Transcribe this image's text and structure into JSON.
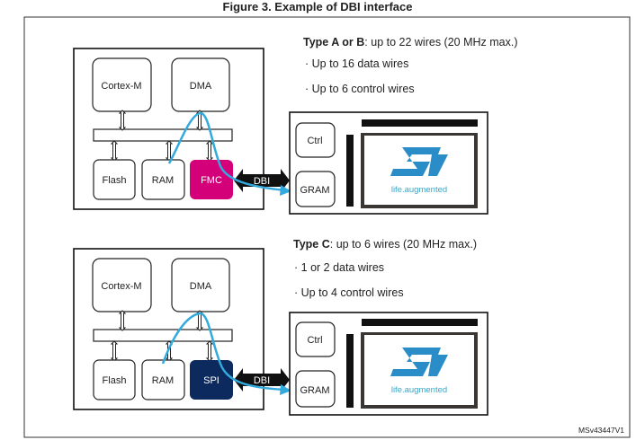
{
  "title": "Figure 3. Example of DBI interface",
  "figure_id": "MSv43447V1",
  "colors": {
    "fmc": "#d4007a",
    "spi": "#0c2a5e",
    "data_path": "#33aadd",
    "st_logo": "#2b8dc7"
  },
  "panels": [
    {
      "heading_bold": "Type A or B",
      "heading_rest": ": up to 22 wires (20 MHz max.)",
      "bullets": [
        "Up to 16 data wires",
        "Up to 6 control wires"
      ],
      "mcu": {
        "cpu": "Cortex-M",
        "dma": "DMA",
        "flash": "Flash",
        "ram": "RAM",
        "interface": "FMC"
      },
      "link": "DBI",
      "display": {
        "ctrl": "Ctrl",
        "gram": "GRAM",
        "logo_tagline": "life.augmented"
      }
    },
    {
      "heading_bold": "Type C",
      "heading_rest": ": up to 6 wires (20 MHz max.)",
      "bullets": [
        "1 or 2 data wires",
        "Up to 4 control wires"
      ],
      "mcu": {
        "cpu": "Cortex-M",
        "dma": "DMA",
        "flash": "Flash",
        "ram": "RAM",
        "interface": "SPI"
      },
      "link": "DBI",
      "display": {
        "ctrl": "Ctrl",
        "gram": "GRAM",
        "logo_tagline": "life.augmented"
      }
    }
  ]
}
